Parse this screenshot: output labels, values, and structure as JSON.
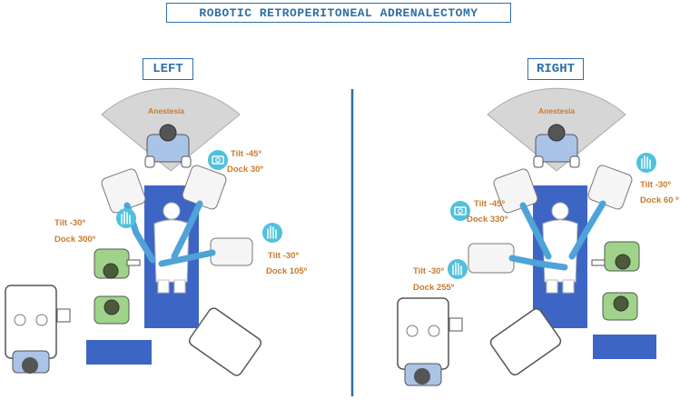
{
  "title": "ROBOTIC RETROPERITONEAL ADRENALECTOMY",
  "panels": {
    "left": {
      "heading": "LEFT",
      "anesthesia": "Anestesia",
      "camera_tilt": "Tilt -45º",
      "camera_dock": "Dock 30º",
      "arm1_tilt": "Tilt -30º",
      "arm1_dock": "Dock 300º",
      "arm2_tilt": "Tilt -30º",
      "arm2_dock": "Dock 105º"
    },
    "right": {
      "heading": "RIGHT",
      "anesthesia": "Anestesia",
      "arm1_tilt": "Tilt -30º",
      "arm1_dock": "Dock 60 º",
      "camera_tilt": "Tilt -45º",
      "camera_dock": "Dock 330º",
      "arm2_tilt": "Tilt -30º",
      "arm2_dock": "Dock 255º"
    }
  },
  "colors": {
    "accent": "#2e6fa7",
    "label": "#c87a2e",
    "table": "#3d66c4",
    "icon": "#4fc1dd",
    "scrubs": "#9fd38a"
  }
}
